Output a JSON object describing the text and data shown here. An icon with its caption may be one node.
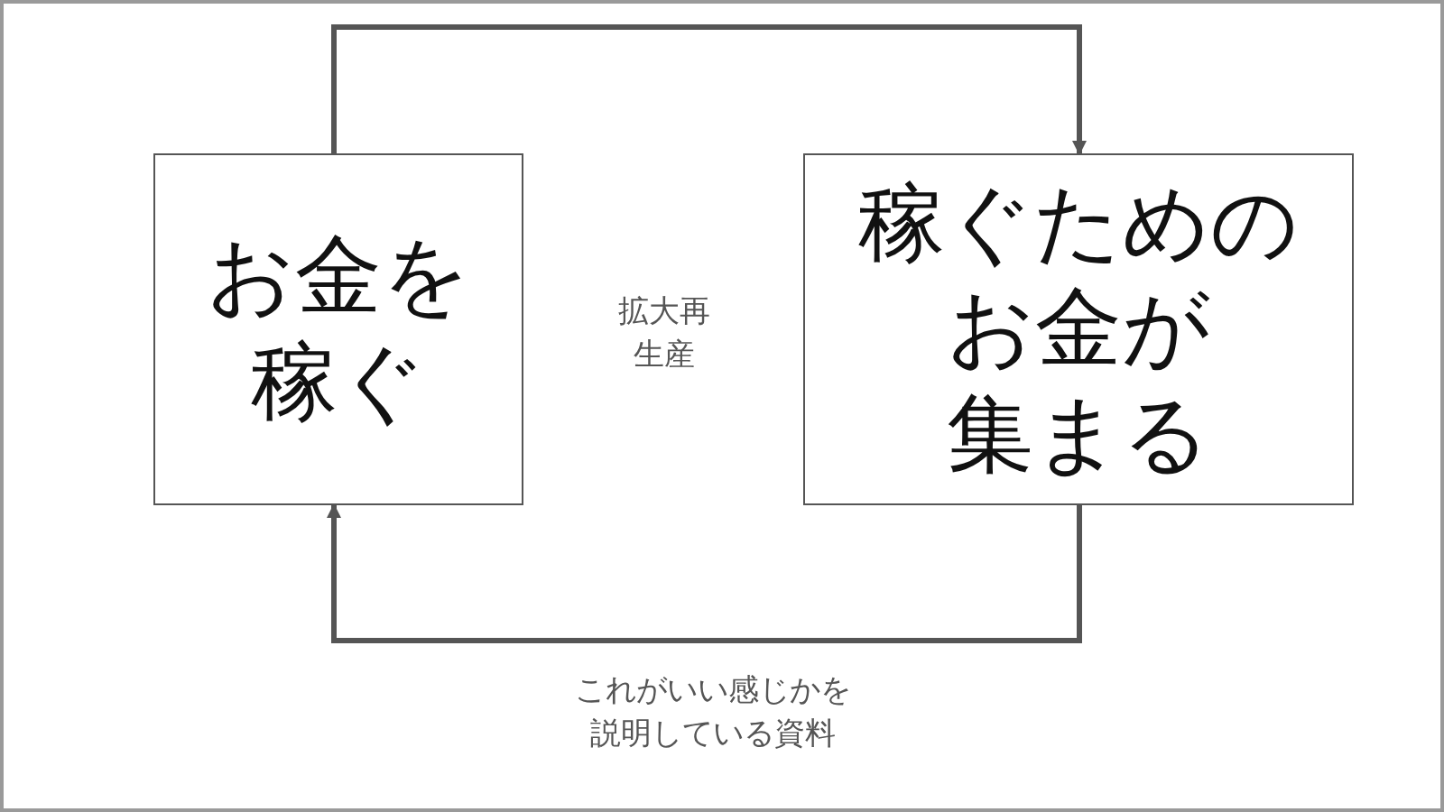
{
  "diagram": {
    "nodes": [
      {
        "text": [
          "お金を稼ぐ"
        ]
      },
      {
        "text": [
          "稼ぐためのお金が集まる"
        ]
      }
    ],
    "edges": [
      {
        "from": 0,
        "to": 1,
        "arrow": "to"
      },
      {
        "from": 1,
        "to": 0,
        "arrow": "to"
      }
    ],
    "labels": [
      "拡大再生産",
      "これがいい感じかを説明している資料"
    ]
  }
}
